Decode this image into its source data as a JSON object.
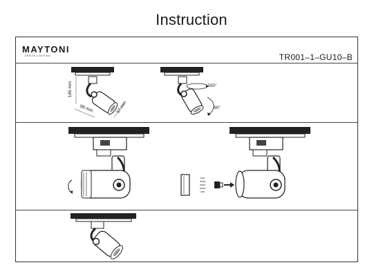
{
  "page": {
    "title": "Instruction",
    "brand": "MAYTONI",
    "brand_tagline": "DESIGN LIGHTING",
    "model_code": "TR001–1–GU10–B"
  },
  "panel_1": {
    "height_dim": "186 mm",
    "depth_dim": "98 mm",
    "diameter_dim": "57 mm"
  },
  "panel_2": {
    "rotation_horizontal": "355°",
    "rotation_vertical": "90°"
  }
}
